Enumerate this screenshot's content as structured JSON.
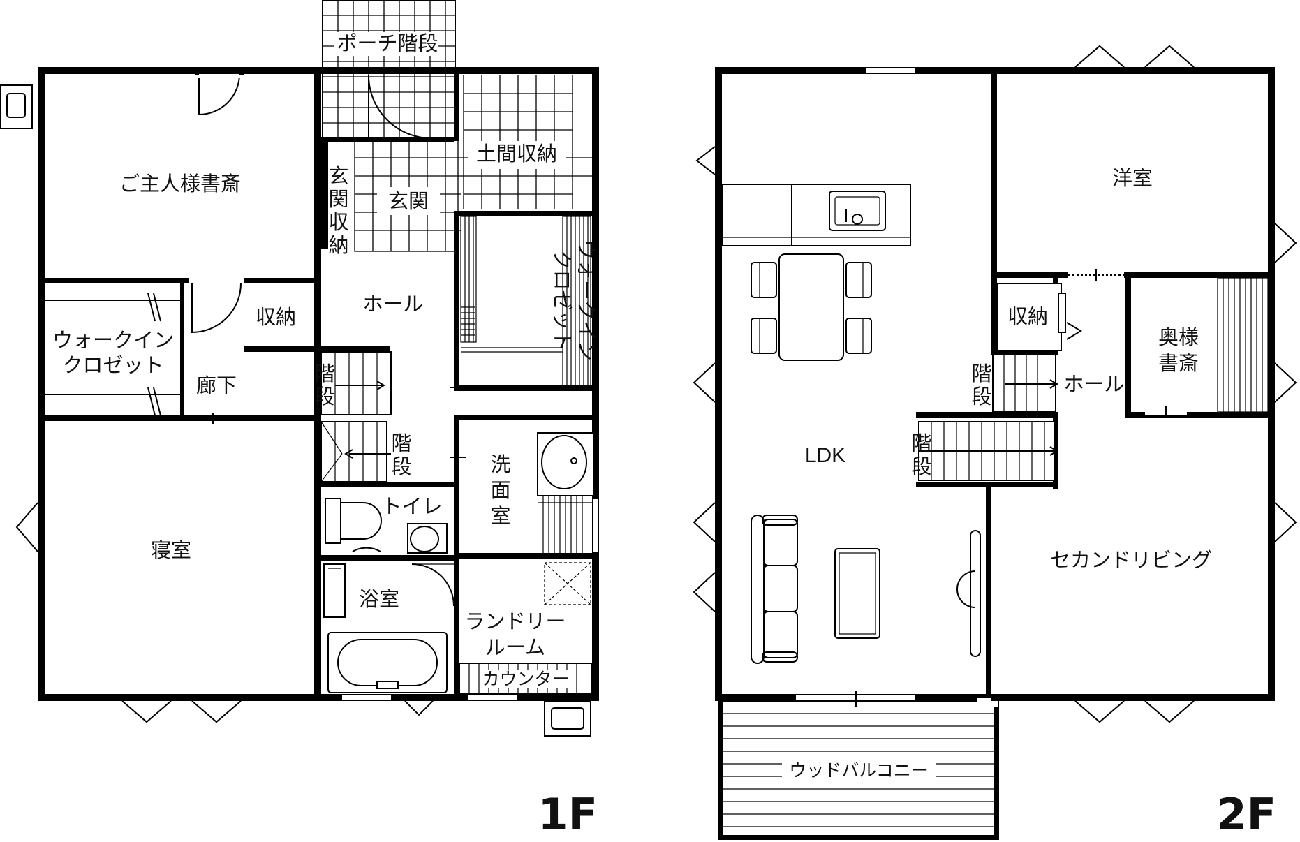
{
  "floor1": {
    "label": "1F",
    "rooms": {
      "porch_stairs": "ポーチ階段",
      "study": "ご主人様書斎",
      "doma_storage": "土間収納",
      "entrance": "玄関",
      "entrance_storage": [
        "玄",
        "関",
        "収",
        "納"
      ],
      "hall": "ホール",
      "wic_right": [
        "ウォークイン",
        "クロゼット"
      ],
      "storage": "収納",
      "wic_left": [
        "ウォークイン",
        "クロゼット"
      ],
      "corridor": "廊下",
      "stairs_upper": [
        "階",
        "段"
      ],
      "stairs_lower": [
        "階",
        "段"
      ],
      "washroom": [
        "洗",
        "面",
        "室"
      ],
      "toilet": "トイレ",
      "bedroom": "寝室",
      "bathroom": "浴室",
      "laundry": [
        "ランドリー",
        "ルーム"
      ],
      "counter": "カウンター"
    }
  },
  "floor2": {
    "label": "2F",
    "rooms": {
      "western_room": "洋室",
      "storage": "収納",
      "wife_study": [
        "奥様",
        "書斎"
      ],
      "stairs_a": [
        "階",
        "段"
      ],
      "hall": "ホール",
      "ldk": "LDK",
      "stairs_b": [
        "階",
        "段"
      ],
      "second_living": "セカンドリビング",
      "wood_balcony": "ウッドバルコニー"
    }
  }
}
